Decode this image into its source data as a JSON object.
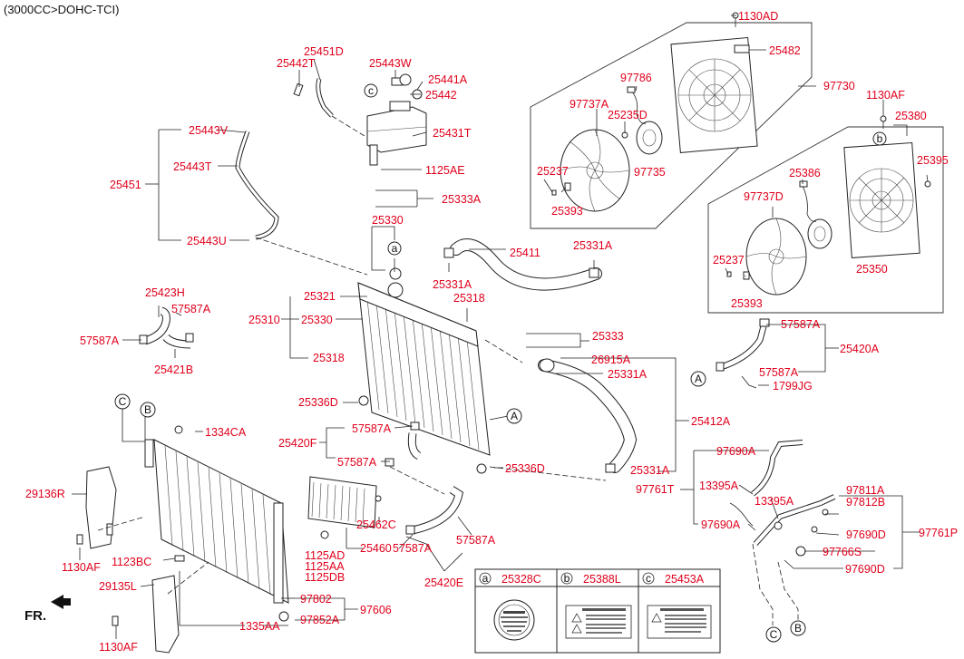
{
  "title": "(3000CC>DOHC-TCI)",
  "front_label": "FR.",
  "callouts": {
    "a": "a",
    "b": "b",
    "c": "c",
    "A": "A",
    "B": "B",
    "C": "C"
  },
  "labels": {
    "p1130AD": "1130AD",
    "p25482": "25482",
    "p97730": "97730",
    "p97786": "97786",
    "p97737A": "97737A",
    "p25235D": "25235D",
    "p25237a": "25237",
    "p25393a": "25393",
    "p97735": "97735",
    "p1130AFtop": "1130AF",
    "p25380": "25380",
    "p25395": "25395",
    "p25386": "25386",
    "p97737D": "97737D",
    "p25237b": "25237",
    "p25393b": "25393",
    "p25350": "25350",
    "p25451D": "25451D",
    "p25442T": "25442T",
    "p25443W": "25443W",
    "p25441A": "25441A",
    "p25442": "25442",
    "p25443V": "25443V",
    "p25431T": "25431T",
    "p25443T": "25443T",
    "p1125AE": "1125AE",
    "p25451": "25451",
    "p25333A": "25333A",
    "p25330top": "25330",
    "p25443U": "25443U",
    "p25411": "25411",
    "p25331A_1": "25331A",
    "p25331A_2": "25331A",
    "p25321": "25321",
    "p25318top": "25318",
    "p25310": "25310",
    "p25330mid": "25330",
    "p25318mid": "25318",
    "p25333": "25333",
    "p26915A": "26915A",
    "p25331A_3": "25331A",
    "p57587A_r1": "57587A",
    "p25420A": "25420A",
    "p57587A_r2": "57587A",
    "p1799JG": "1799JG",
    "p25423H": "25423H",
    "p57587A_l1": "57587A",
    "p57587A_l2": "57587A",
    "p25421B": "25421B",
    "p25336D_1": "25336D",
    "p25412A": "25412A",
    "p1334CA": "1334CA",
    "p57587A_m1": "57587A",
    "p25420F": "25420F",
    "p57587A_m2": "57587A",
    "p25336D_2": "25336D",
    "p25331A_4": "25331A",
    "p29136R": "29136R",
    "p25462C": "25462C",
    "p25460": "25460",
    "p1125AD": "1125AD",
    "p1125AA": "1125AA",
    "p1125DB": "1125DB",
    "p57587A_b1": "57587A",
    "p57587A_b2": "57587A",
    "p25420E": "25420E",
    "p1130AF_l1": "1130AF",
    "p1123BC": "1123BC",
    "p29135L": "29135L",
    "p97802": "97802",
    "p97606": "97606",
    "p97852A": "97852A",
    "p1335AA": "1335AA",
    "p1130AF_l2": "1130AF",
    "p97690A_1": "97690A",
    "p97761T": "97761T",
    "p13395A_1": "13395A",
    "p13395A_2": "13395A",
    "p97811A": "97811A",
    "p97812B": "97812B",
    "p97690A_2": "97690A",
    "p97690D_1": "97690D",
    "p97761P": "97761P",
    "p97766S": "97766S",
    "p97690D_2": "97690D"
  },
  "legend": [
    {
      "key": "a",
      "part": "25328C"
    },
    {
      "key": "b",
      "part": "25388L"
    },
    {
      "key": "c",
      "part": "25453A"
    }
  ]
}
